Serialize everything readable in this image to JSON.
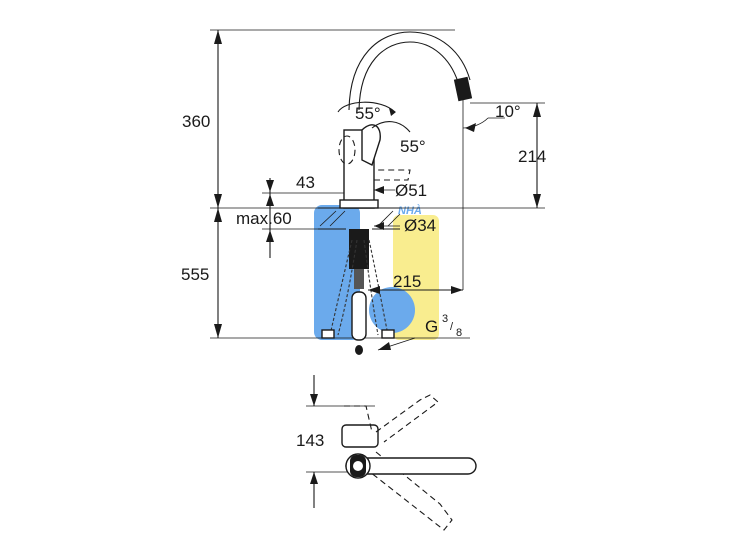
{
  "dimensions": {
    "total_height": "360",
    "spout_height": "214",
    "base_height": "43",
    "max_deck_thickness": "max.60",
    "below_deck_length": "555",
    "lever_angle_front": "55°",
    "lever_angle_side": "55°",
    "spout_tilt": "10°",
    "base_diameter": "Ø51",
    "hole_diameter": "Ø34",
    "spout_reach": "215",
    "connection_thread_base": "G",
    "connection_thread_num": "3",
    "connection_thread_den": "8",
    "top_view_depth": "143"
  },
  "watermark": {
    "text": "NHÀ",
    "colors": {
      "blue": "#3a8ee6",
      "yellow": "#f4e04a"
    }
  }
}
